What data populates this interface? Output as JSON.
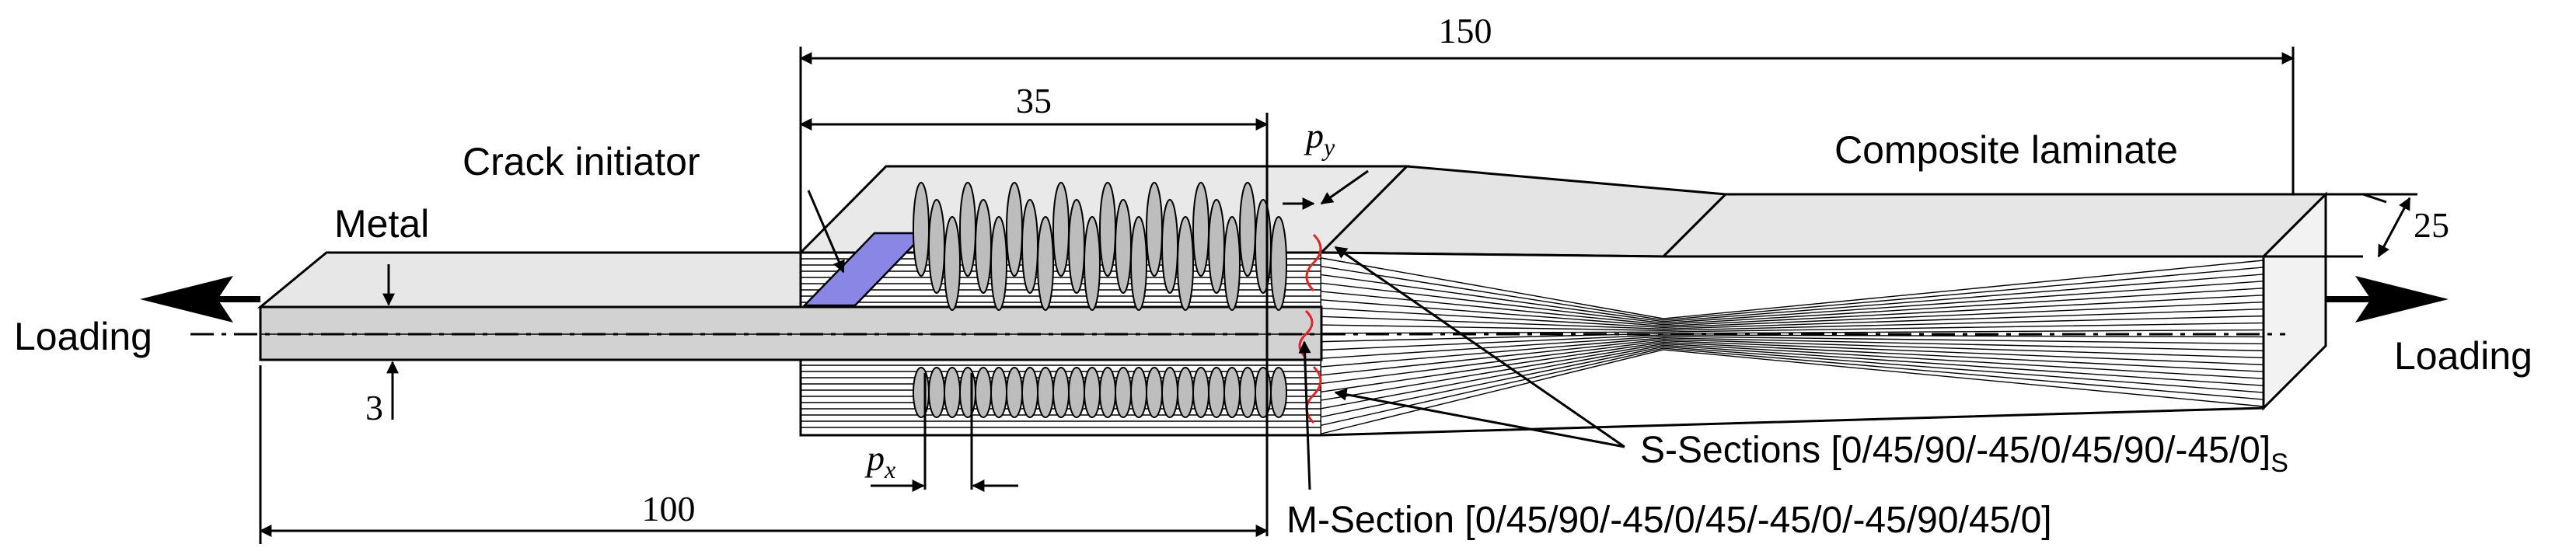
{
  "labels": {
    "metal": "Metal",
    "crack_initiator": "Crack initiator",
    "composite_laminate": "Composite laminate",
    "loading_left": "Loading",
    "loading_right": "Loading",
    "s_sections": "S-Sections [0/45/90/-45/0/45/90/-45/0]",
    "s_sections_sub": "S",
    "m_section": "M-Section [0/45/90/-45/0/45/-45/0/-45/90/45/0]"
  },
  "dimensions": {
    "total_length": "150",
    "overlap_length": "35",
    "metal_length": "100",
    "metal_thickness": "3",
    "width": "25",
    "pitch_y_base": "p",
    "pitch_y_sub": "y",
    "pitch_x_base": "p",
    "pitch_x_sub": "x"
  },
  "colors": {
    "crack_initiator": "#8a86e6",
    "metal": "#d2d2d2",
    "laminate_top": "#e8e8e8",
    "section_marker": "#e0242a",
    "pins": "#bdbdbd"
  },
  "icons": {
    "loading_arrow_left": "arrow-left-icon",
    "loading_arrow_right": "arrow-right-icon"
  }
}
